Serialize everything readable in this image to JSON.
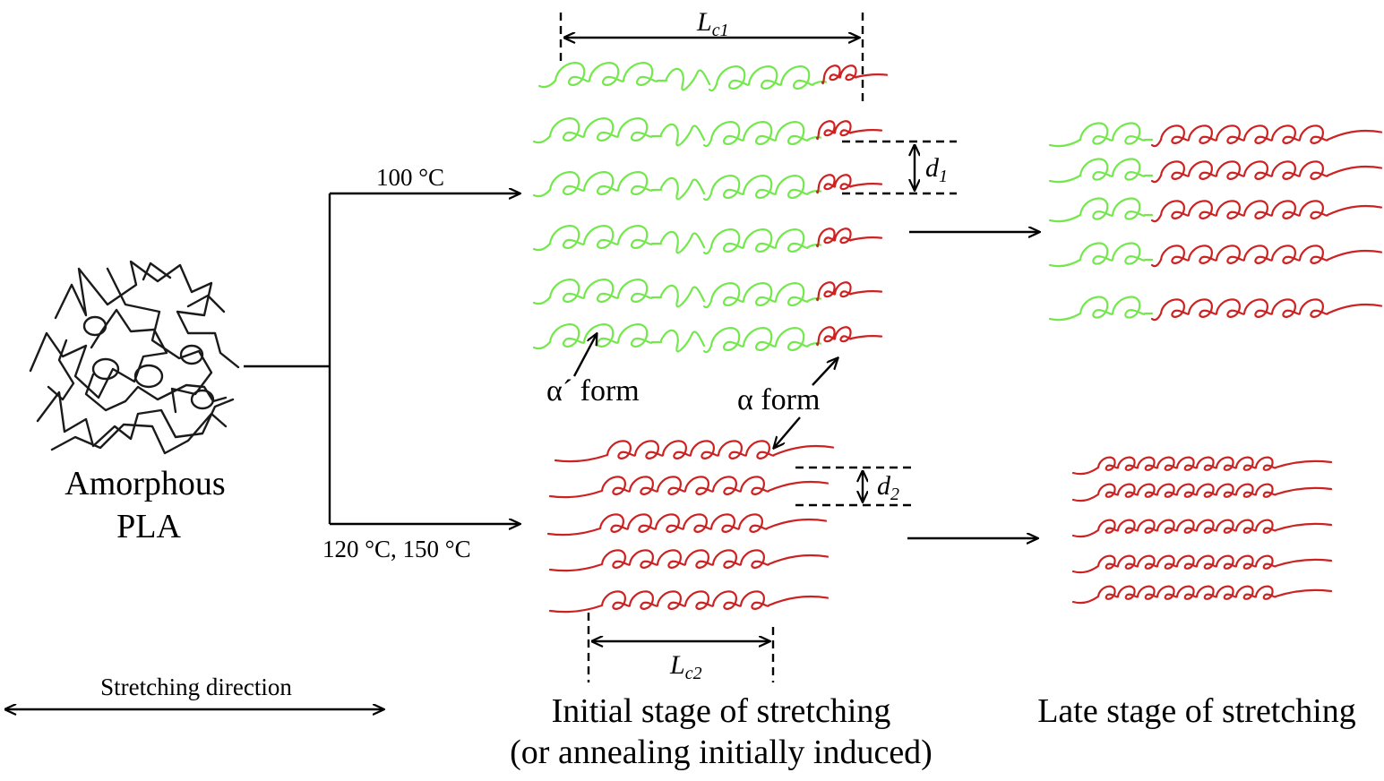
{
  "colors": {
    "amorphous": "#1a1a1a",
    "alpha_prime": "#73e84c",
    "alpha": "#cc2222",
    "arrow": "#000000"
  },
  "labels": {
    "amorphous_line1": "Amorphous",
    "amorphous_line2": "PLA",
    "temp_upper": "100 °C",
    "temp_lower": "120 °C, 150 °C",
    "lc1": "Lc1",
    "lc2": "Lc2",
    "d1": "d1",
    "d2": "d2",
    "alpha_prime_form": "α´ form",
    "alpha_form": "α form",
    "stretching_direction": "Stretching direction",
    "initial_stage_line1": "Initial stage of  stretching",
    "initial_stage_line2": "(or annealing initially induced)",
    "late_stage": "Late stage of  stretching"
  }
}
